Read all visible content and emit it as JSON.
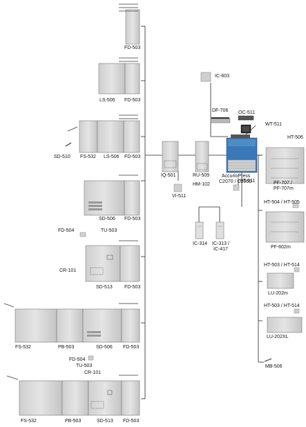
{
  "colors": {
    "machine_body": "#d9d9d9",
    "machine_dark": "#8c8c8c",
    "line": "#222222",
    "accent": "#3a78b8"
  },
  "labels": {
    "ic603": "IC-603",
    "df706": "DF-706",
    "oc511": "OC-511",
    "wt511": "WT-511",
    "ht506": "HT-506",
    "pf707": "PF-707 /",
    "pf707m": "PF-707m",
    "accuriopress": "AccurioPress",
    "c2070": "C2070 / C2060",
    "iq501": "IQ-501",
    "vi511": "VI-511",
    "ru509": "RU-509",
    "hm102": "HM-102",
    "ht511": "HT-511",
    "ic314": "IC-314",
    "ic313": "IC-313 /",
    "ic417": "IC-417",
    "ht504_505": "HT-504 / HT-505",
    "pf602m": "PF-602m",
    "ht503_514_a": "HT-503 / HT-514",
    "lu202m": "LU-202m",
    "ht503_514_b": "HT-503 / HT-514",
    "lu202xl": "LU-202XL",
    "mb506": "MB-506",
    "fd503_1": "FD-503",
    "ls506_2": "LS-506",
    "fd503_2": "FD-503",
    "sd510_3": "SD-510",
    "fs532_3": "FS-532",
    "ls506_3": "LS-506",
    "fd503_3": "FD-503",
    "sd506_4": "SD-506",
    "fd503_4": "FD-503",
    "fd504_5": "FD-504",
    "tu503_5": "TU-503",
    "cr101_5": "CR-101",
    "sd513_5": "SD-513",
    "fd503_5": "FD-503",
    "fs532_6": "FS-532",
    "pb503_6": "PB-503",
    "sd506_6": "SD-506",
    "fd503_6": "FD-503",
    "fd504_7": "FD-504",
    "tu503_7": "TU-503",
    "cr101_7": "CR-101",
    "fs532_7": "FS-532",
    "pb503_7": "PB-503",
    "sd513_7": "SD-513",
    "fd503_7": "FD-503"
  }
}
